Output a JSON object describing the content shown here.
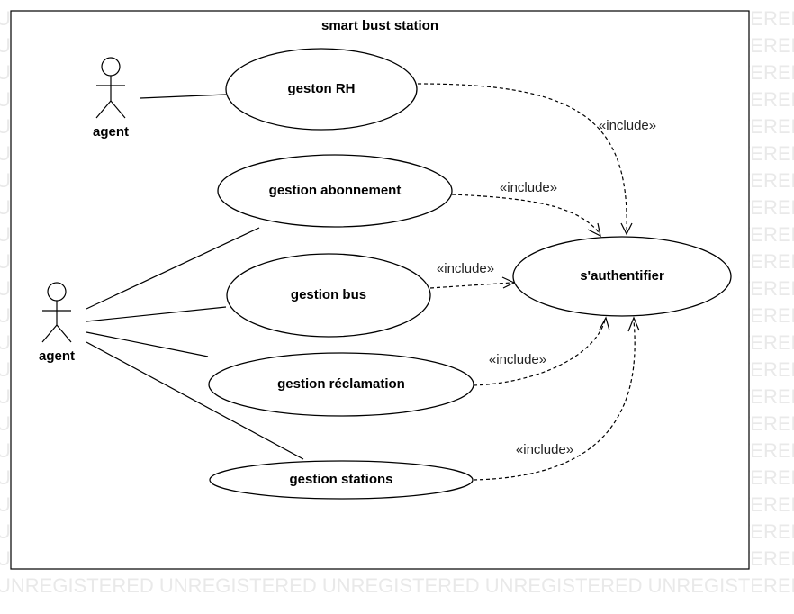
{
  "watermark": "UNREGISTERED",
  "system": {
    "title": "smart bust station"
  },
  "actors": [
    {
      "id": "agent1",
      "label": "agent"
    },
    {
      "id": "agent2",
      "label": "agent"
    }
  ],
  "use_cases": [
    {
      "id": "rh",
      "label": "geston RH"
    },
    {
      "id": "abonnement",
      "label": "gestion abonnement"
    },
    {
      "id": "bus",
      "label": "gestion bus"
    },
    {
      "id": "reclamation",
      "label": "gestion réclamation"
    },
    {
      "id": "stations",
      "label": "gestion stations"
    },
    {
      "id": "auth",
      "label": "s'authentifier"
    }
  ],
  "associations": [
    {
      "actor": "agent1",
      "use_case": "rh"
    },
    {
      "actor": "agent2",
      "use_case": "abonnement"
    },
    {
      "actor": "agent2",
      "use_case": "bus"
    },
    {
      "actor": "agent2",
      "use_case": "reclamation"
    },
    {
      "actor": "agent2",
      "use_case": "stations"
    }
  ],
  "includes": [
    {
      "from": "rh",
      "to": "auth",
      "label": "«include»"
    },
    {
      "from": "abonnement",
      "to": "auth",
      "label": "«include»"
    },
    {
      "from": "bus",
      "to": "auth",
      "label": "«include»"
    },
    {
      "from": "reclamation",
      "to": "auth",
      "label": "«include»"
    },
    {
      "from": "stations",
      "to": "auth",
      "label": "«include»"
    }
  ]
}
